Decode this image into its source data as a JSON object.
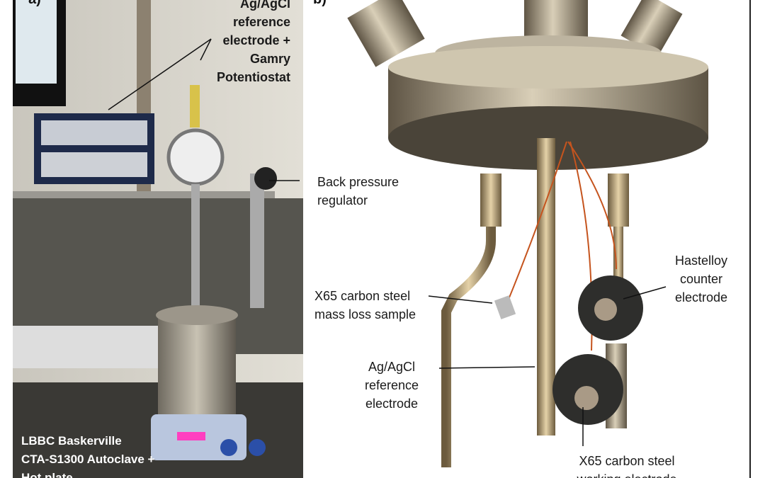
{
  "figure": {
    "panel_a": {
      "label": "a)",
      "annotations": {
        "potentiostat": [
          "Ag/AgCl",
          "reference",
          "electrode +",
          "Gamry",
          "Potentiostat"
        ],
        "back_pressure": [
          "Back pressure",
          "regulator"
        ],
        "autoclave": [
          "LBBC Baskerville",
          "CTA-S1300 Autoclave +",
          "Hot plate"
        ]
      }
    },
    "panel_b": {
      "label": "b)",
      "annotations": {
        "counter": [
          "Hastelloy",
          "counter",
          "electrode"
        ],
        "mass_loss": [
          "X65 carbon steel",
          "mass loss sample"
        ],
        "reference": [
          "Ag/AgCl",
          "reference",
          "electrode"
        ],
        "working": [
          "X65 carbon steel",
          "working electrode"
        ]
      }
    }
  }
}
